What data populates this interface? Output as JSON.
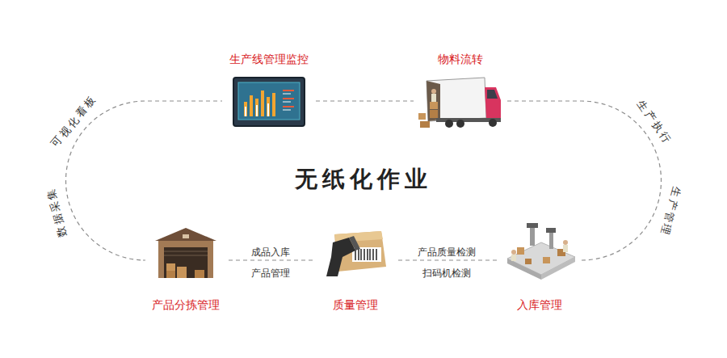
{
  "diagram": {
    "title": "无纸化作业",
    "nodes": [
      {
        "text": [
          "生产线管理监控"
        ]
      },
      {
        "text": [
          "物料流转"
        ]
      },
      {
        "text": [
          "产品分拣管理"
        ]
      },
      {
        "text": [
          "质量管理"
        ]
      },
      {
        "text": [
          "入库管理"
        ]
      }
    ],
    "edges": [
      {
        "from": 0,
        "to": 1,
        "arrow": "none"
      },
      {
        "from": 1,
        "to": 4,
        "arrow": "none"
      },
      {
        "from": 4,
        "to": 3,
        "label": "产品质量检测",
        "arrow": "none"
      },
      {
        "from": 3,
        "to": 2,
        "label": "成品入库",
        "arrow": "none"
      },
      {
        "from": 2,
        "to": 0,
        "arrow": "none"
      }
    ],
    "labels": [
      "可视化看板",
      "数据采集",
      "产品管理",
      "扫码机检测",
      "生产执行",
      "生产管理"
    ]
  }
}
